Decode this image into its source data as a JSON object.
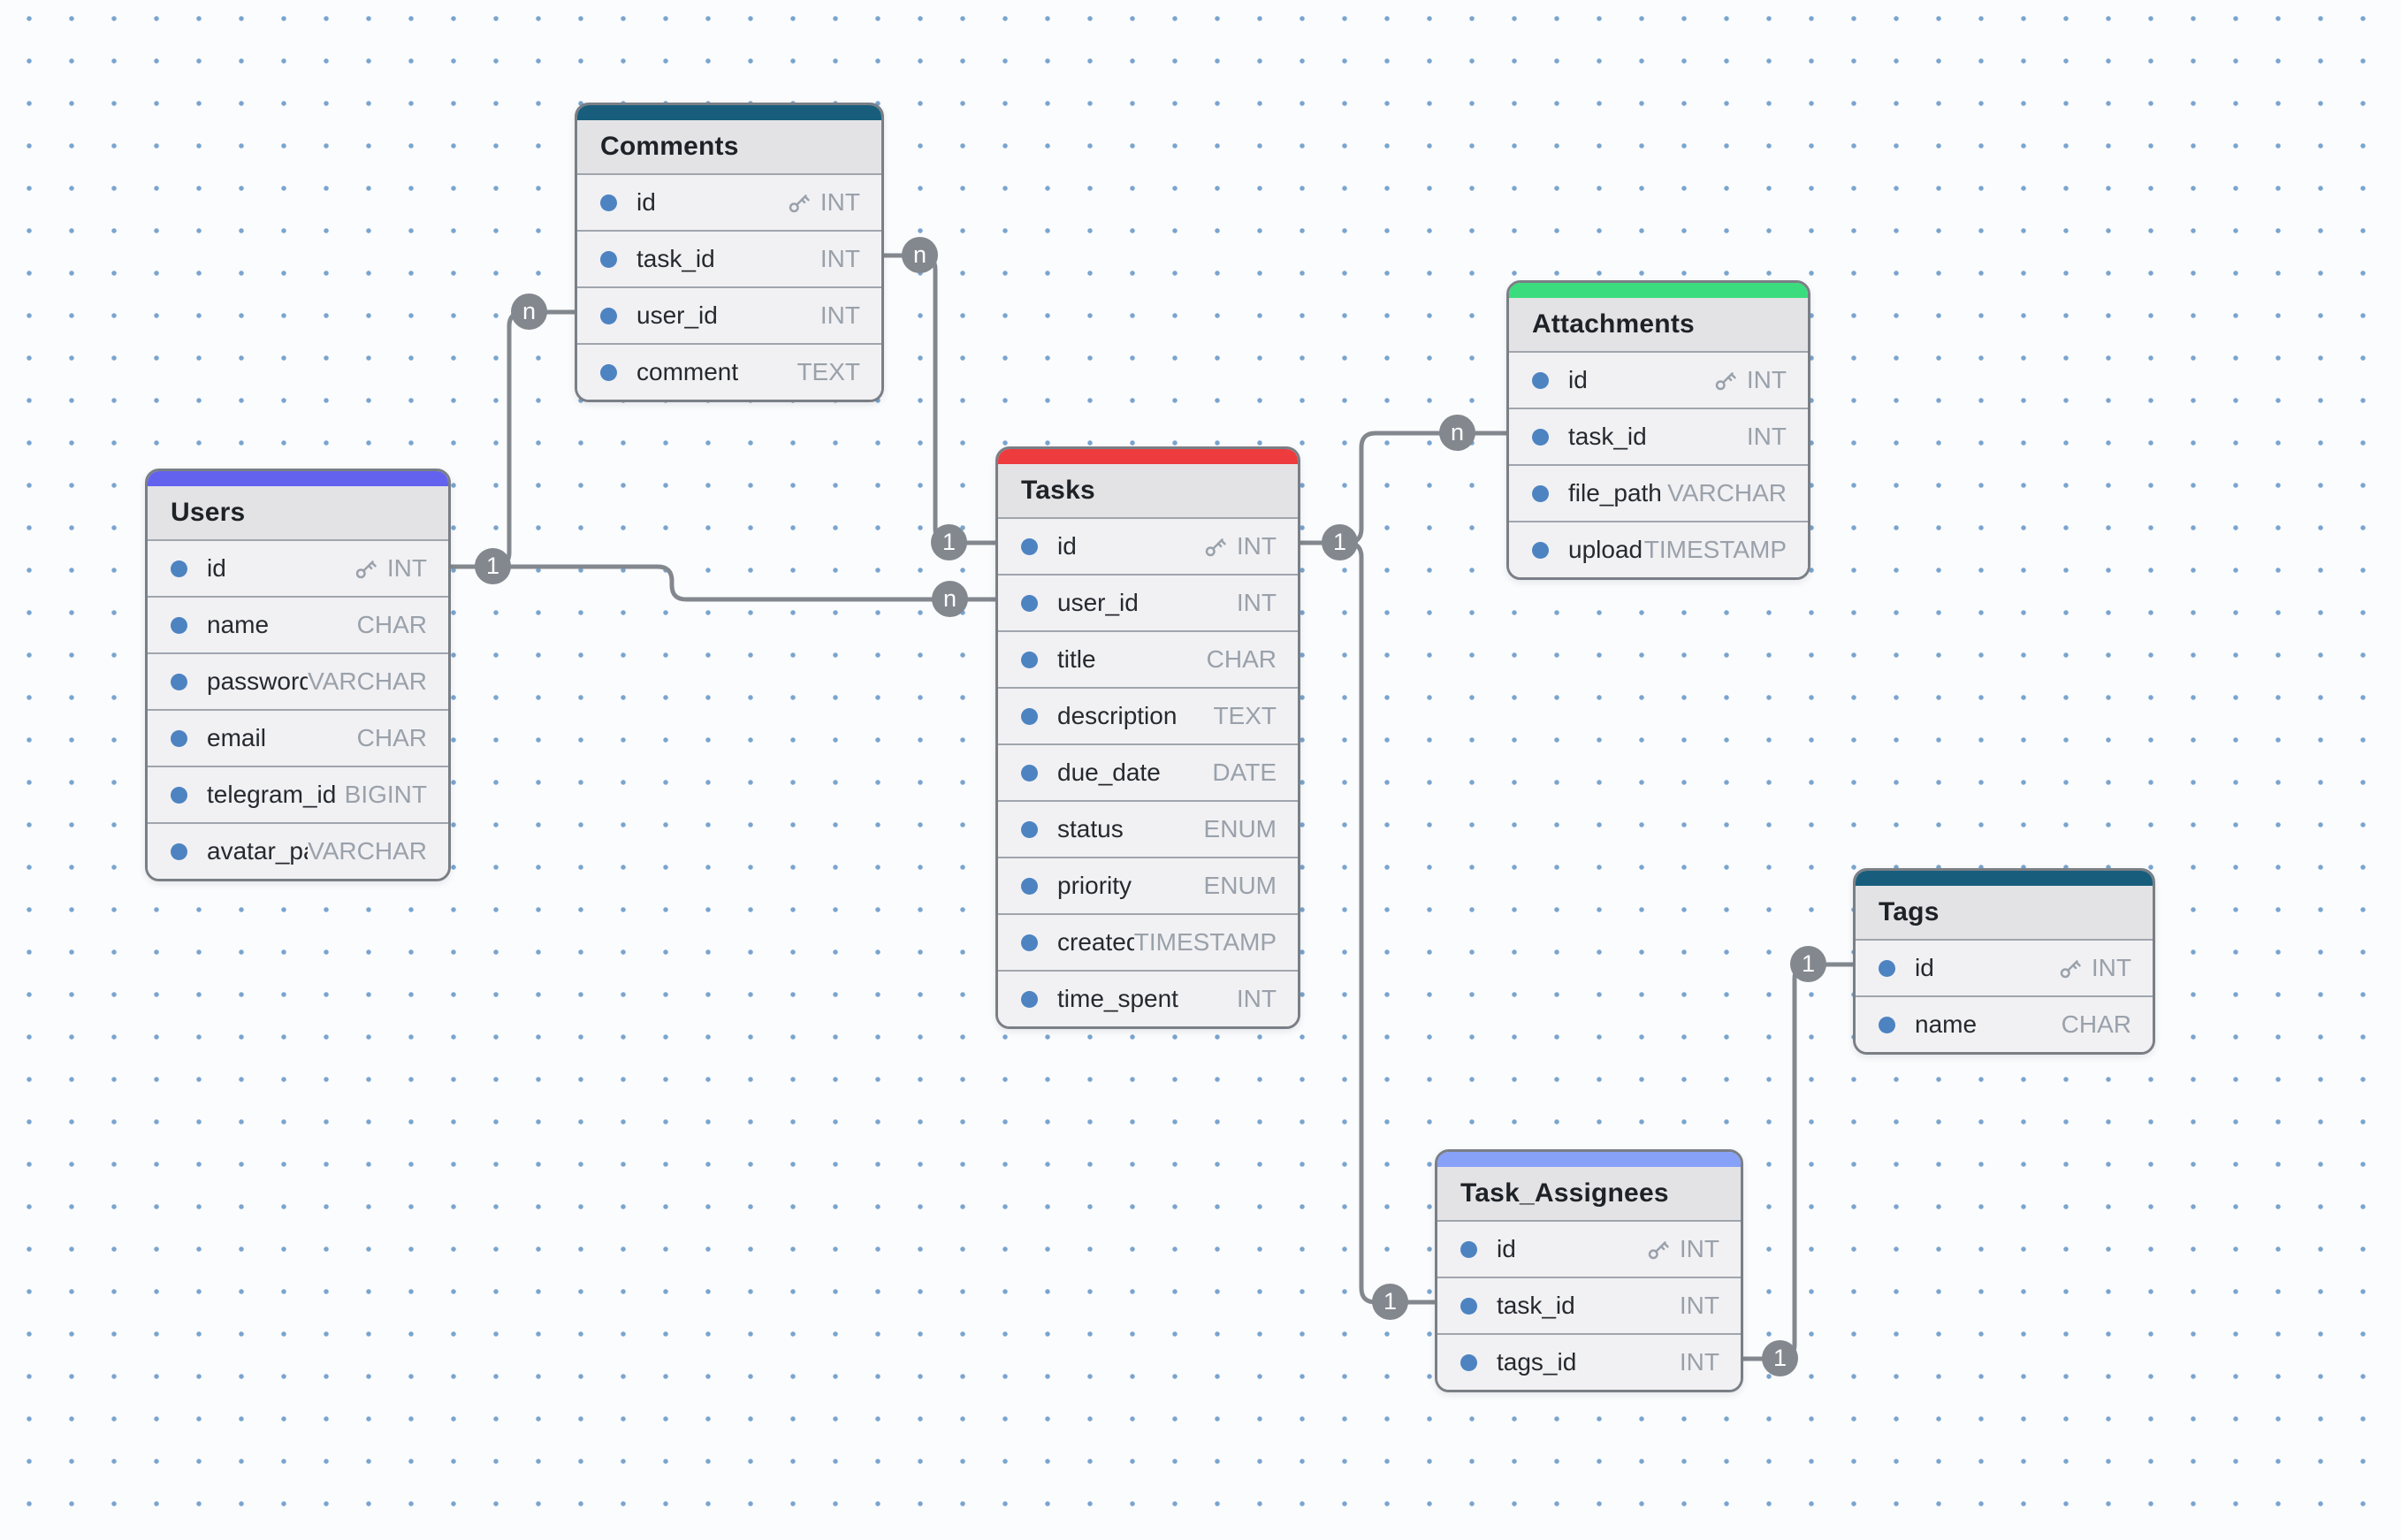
{
  "diagram": {
    "background_color": "#fbfcfe",
    "grid_dot_color": "#79a4ce",
    "connector_color": "#83888f",
    "tables": [
      {
        "name": "Comments",
        "accent": "#185e7c",
        "fields": [
          {
            "name": "id",
            "type": "INT",
            "key": true
          },
          {
            "name": "task_id",
            "type": "INT",
            "key": false
          },
          {
            "name": "user_id",
            "type": "INT",
            "key": false
          },
          {
            "name": "comment",
            "type": "TEXT",
            "key": false
          }
        ]
      },
      {
        "name": "Users",
        "accent": "#6262ef",
        "fields": [
          {
            "name": "id",
            "type": "INT",
            "key": true
          },
          {
            "name": "name",
            "type": "CHAR",
            "key": false
          },
          {
            "name": "password",
            "type": "VARCHAR",
            "key": false
          },
          {
            "name": "email",
            "type": "CHAR",
            "key": false
          },
          {
            "name": "telegram_id",
            "type": "BIGINT",
            "key": false
          },
          {
            "name": "avatar_pa…",
            "type": "VARCHAR",
            "key": false
          }
        ]
      },
      {
        "name": "Tasks",
        "accent": "#ee3b3e",
        "fields": [
          {
            "name": "id",
            "type": "INT",
            "key": true
          },
          {
            "name": "user_id",
            "type": "INT",
            "key": false
          },
          {
            "name": "title",
            "type": "CHAR",
            "key": false
          },
          {
            "name": "description",
            "type": "TEXT",
            "key": false
          },
          {
            "name": "due_date",
            "type": "DATE",
            "key": false
          },
          {
            "name": "status",
            "type": "ENUM",
            "key": false
          },
          {
            "name": "priority",
            "type": "ENUM",
            "key": false
          },
          {
            "name": "created…",
            "type": "TIMESTAMP",
            "key": false
          },
          {
            "name": "time_spent",
            "type": "INT",
            "key": false
          }
        ]
      },
      {
        "name": "Attachments",
        "accent": "#3bdc7d",
        "fields": [
          {
            "name": "id",
            "type": "INT",
            "key": true
          },
          {
            "name": "task_id",
            "type": "INT",
            "key": false
          },
          {
            "name": "file_path",
            "type": "VARCHAR",
            "key": false
          },
          {
            "name": "upload…",
            "type": "TIMESTAMP",
            "key": false
          }
        ]
      },
      {
        "name": "Tags",
        "accent": "#185e7c",
        "fields": [
          {
            "name": "id",
            "type": "INT",
            "key": true
          },
          {
            "name": "name",
            "type": "CHAR",
            "key": false
          }
        ]
      },
      {
        "name": "Task_Assignees",
        "accent": "#86a1f7",
        "fields": [
          {
            "name": "id",
            "type": "INT",
            "key": true
          },
          {
            "name": "task_id",
            "type": "INT",
            "key": false
          },
          {
            "name": "tags_id",
            "type": "INT",
            "key": false
          }
        ]
      }
    ],
    "relationships": [
      {
        "from": "Users.id",
        "to": "Comments.user_id",
        "from_card": "1",
        "to_card": "n"
      },
      {
        "from": "Users.id",
        "to": "Tasks.user_id",
        "from_card": "1",
        "to_card": "n"
      },
      {
        "from": "Tasks.id",
        "to": "Comments.task_id",
        "from_card": "1",
        "to_card": "n"
      },
      {
        "from": "Tasks.id",
        "to": "Attachments.task_id",
        "from_card": "1",
        "to_card": "n"
      },
      {
        "from": "Tasks.id",
        "to": "Task_Assignees.task_id",
        "from_card": "1",
        "to_card": "1"
      },
      {
        "from": "Tags.id",
        "to": "Task_Assignees.tags_id",
        "from_card": "1",
        "to_card": "1"
      }
    ]
  }
}
